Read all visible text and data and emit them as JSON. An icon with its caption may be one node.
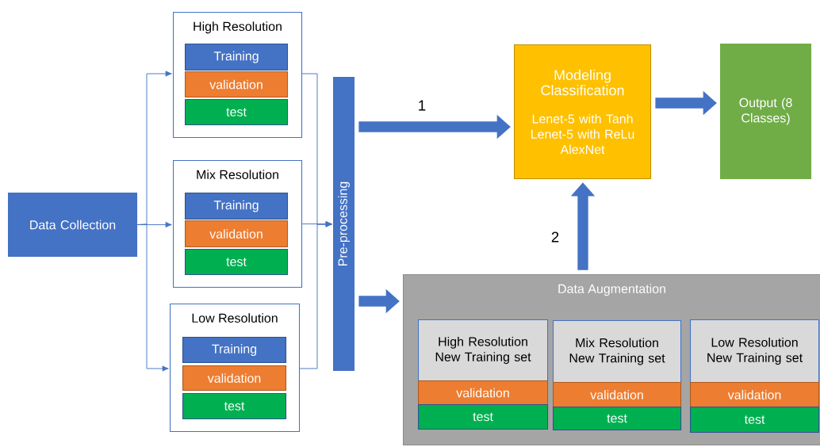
{
  "diagram": {
    "nodes": [
      {
        "text": [
          "Data Collection"
        ]
      },
      {
        "text": [
          "High Resolution"
        ]
      },
      {
        "text": [
          "Training"
        ],
        "in": 1
      },
      {
        "text": [
          "validation"
        ],
        "in": 1
      },
      {
        "text": [
          "test"
        ],
        "in": 1
      },
      {
        "text": [
          "Mix Resolution"
        ]
      },
      {
        "text": [
          "Training"
        ],
        "in": 5
      },
      {
        "text": [
          "validation"
        ],
        "in": 5
      },
      {
        "text": [
          "test"
        ],
        "in": 5
      },
      {
        "text": [
          "Low Resolution"
        ]
      },
      {
        "text": [
          "Training"
        ],
        "in": 9
      },
      {
        "text": [
          "validation"
        ],
        "in": 9
      },
      {
        "text": [
          "test"
        ],
        "in": 9
      },
      {
        "text": [
          "Pre-processing"
        ]
      },
      {
        "text": [
          "Modeling Classification",
          "Lenet-5 with Tanh",
          "Lenet-5 with ReLu",
          "AlexNet"
        ]
      },
      {
        "text": [
          "Output (8 Classes)"
        ]
      },
      {
        "text": [
          "Data Augmentation"
        ]
      },
      {
        "text": [
          "High Resolution New Training set"
        ],
        "in": 16
      },
      {
        "text": [
          "validation"
        ],
        "in": 16
      },
      {
        "text": [
          "test"
        ],
        "in": 16
      },
      {
        "text": [
          "Mix Resolution New Training set"
        ],
        "in": 16
      },
      {
        "text": [
          "validation"
        ],
        "in": 16
      },
      {
        "text": [
          "test"
        ],
        "in": 16
      },
      {
        "text": [
          "Low Resolution New Training set"
        ],
        "in": 16
      },
      {
        "text": [
          "validation"
        ],
        "in": 16
      },
      {
        "text": [
          "test"
        ],
        "in": 16
      }
    ],
    "edges": [
      {
        "from": 0,
        "to": 1,
        "arrow": "to"
      },
      {
        "from": 0,
        "to": 5,
        "arrow": "to"
      },
      {
        "from": 0,
        "to": 9,
        "arrow": "to"
      },
      {
        "from": 1,
        "to": 13,
        "arrow": "to"
      },
      {
        "from": 5,
        "to": 13,
        "arrow": "to"
      },
      {
        "from": 9,
        "to": 13,
        "arrow": "to"
      },
      {
        "from": 13,
        "to": 14,
        "arrow": "to",
        "label": "1",
        "style": "thick"
      },
      {
        "from": 13,
        "to": 16,
        "arrow": "to",
        "style": "thick"
      },
      {
        "from": 16,
        "to": 14,
        "arrow": "to",
        "label": "2",
        "style": "thick"
      },
      {
        "from": 14,
        "to": 15,
        "arrow": "to",
        "style": "thick"
      }
    ]
  }
}
